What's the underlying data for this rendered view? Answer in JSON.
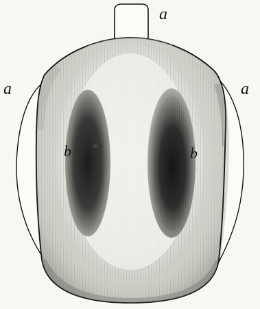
{
  "diagram": {
    "labels": {
      "top_a": "a",
      "left_a": "a",
      "right_a": "a",
      "left_b": "b",
      "right_b": "b"
    },
    "colors": {
      "paper": "#f7f7f4",
      "ink": "#111111",
      "body_fill": "#d9d9d4",
      "light_fill": "#ecece8",
      "dark_spot": "#1f1f1f"
    }
  }
}
